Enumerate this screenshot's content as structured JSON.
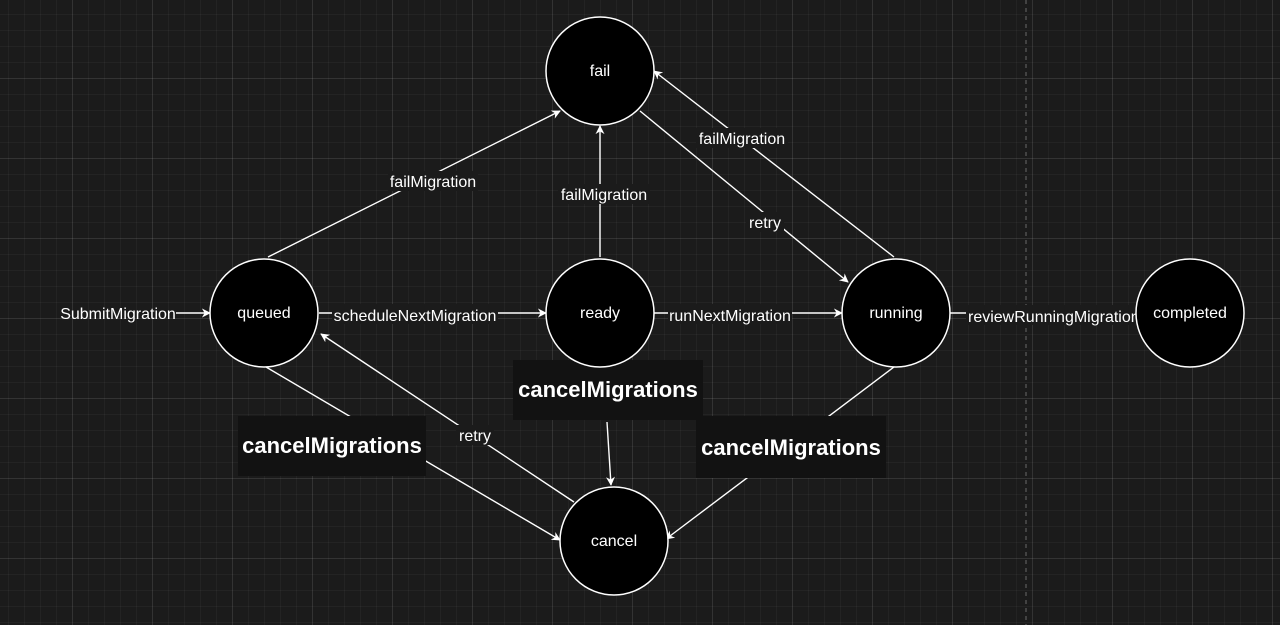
{
  "diagram": {
    "nodes": [
      {
        "id": "queued",
        "label": "queued"
      },
      {
        "id": "ready",
        "label": "ready"
      },
      {
        "id": "running",
        "label": "running"
      },
      {
        "id": "completed",
        "label": "completed"
      },
      {
        "id": "fail",
        "label": "fail"
      },
      {
        "id": "cancel",
        "label": "cancel"
      }
    ],
    "edges": [
      {
        "id": "submit",
        "label": "SubmitMigration",
        "to": "queued"
      },
      {
        "id": "queued-ready",
        "label": "scheduleNextMigration",
        "from": "queued",
        "to": "ready"
      },
      {
        "id": "ready-running",
        "label": "runNextMigration",
        "from": "ready",
        "to": "running"
      },
      {
        "id": "running-completed",
        "label": "reviewRunningMigration",
        "from": "running",
        "to": "completed"
      },
      {
        "id": "queued-fail",
        "label": "failMigration",
        "from": "queued",
        "to": "fail"
      },
      {
        "id": "ready-fail",
        "label": "failMigration",
        "from": "ready",
        "to": "fail"
      },
      {
        "id": "running-fail",
        "label": "failMigration",
        "from": "running",
        "to": "fail"
      },
      {
        "id": "fail-running",
        "label": "retry",
        "from": "fail",
        "to": "running"
      },
      {
        "id": "cancel-queued",
        "label": "retry",
        "from": "cancel",
        "to": "queued"
      },
      {
        "id": "queued-cancel",
        "label": "cancelMigrations",
        "from": "queued",
        "to": "cancel"
      },
      {
        "id": "ready-cancel",
        "label": "cancelMigrations",
        "from": "ready",
        "to": "cancel"
      },
      {
        "id": "running-cancel",
        "label": "cancelMigrations",
        "from": "running",
        "to": "cancel"
      }
    ]
  },
  "colors": {
    "background": "#1b1b1b",
    "node_fill": "#000000",
    "stroke": "#ffffff",
    "text": "#ffffff"
  }
}
